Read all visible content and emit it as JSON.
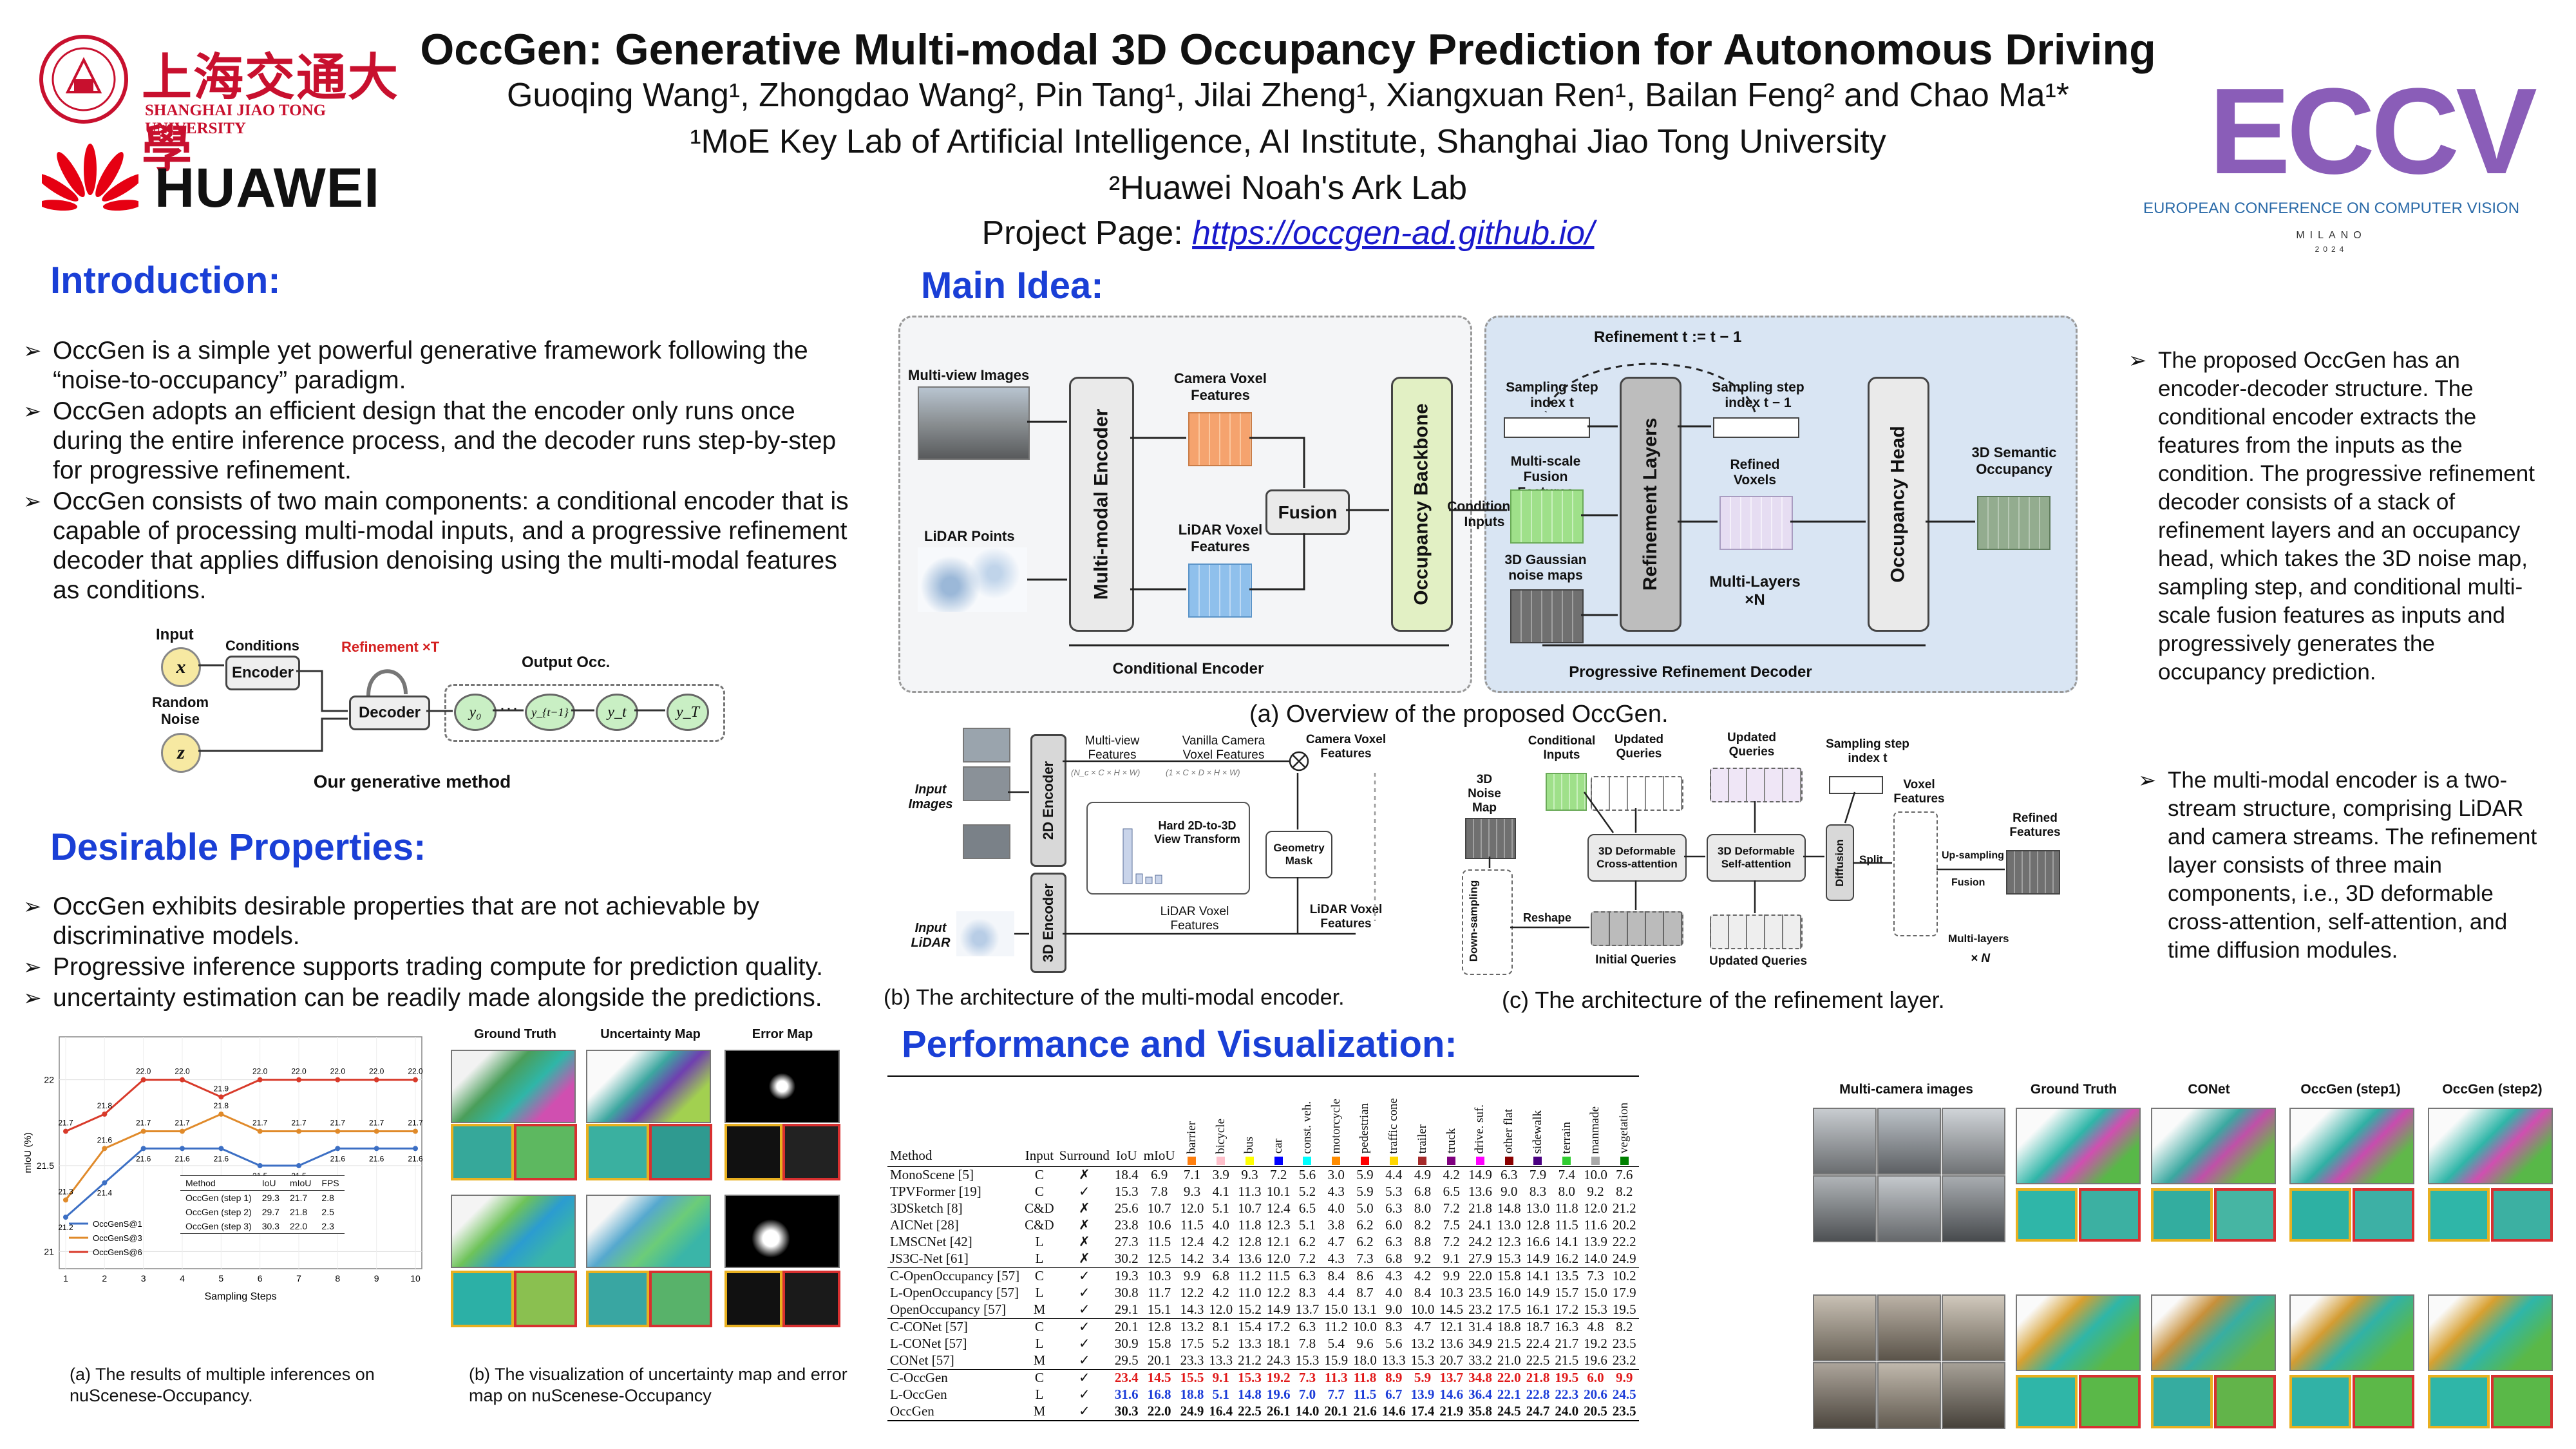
{
  "header": {
    "title": "OccGen: Generative Multi-modal 3D Occupancy Prediction for Autonomous Driving",
    "authors": "Guoqing Wang¹, Zhongdao Wang², Pin Tang¹, Jilai Zheng¹, Xiangxuan Ren¹, Bailan Feng² and Chao Ma¹*",
    "affil1": "¹MoE Key Lab of Artificial Intelligence, AI Institute, Shanghai Jiao Tong University",
    "affil2": "²Huawei Noah's Ark Lab",
    "project_label": "Project Page: ",
    "project_link": "https://occgen-ad.github.io/",
    "sjtu_cn": "上海交通大學",
    "sjtu_en": "SHANGHAI JIAO TONG UNIVERSITY",
    "huawei": "HUAWEI",
    "eccv": "ECCV",
    "eccv_sub": "EUROPEAN CONFERENCE ON COMPUTER VISION",
    "eccv_city": "MILANO",
    "eccv_year": "2024"
  },
  "intro": {
    "title": "Introduction:",
    "bullets": [
      "OccGen is a simple yet powerful generative framework following the “noise-to-occupancy” paradigm.",
      "OccGen adopts an efficient design that the encoder only runs once during the entire inference process, and the decoder runs step-by-step for progressive refinement.",
      "OccGen  consists of two main components: a conditional encoder that is capable of processing multi-modal inputs, and a progressive refinement decoder that applies diffusion denoising using the multi-modal features as conditions."
    ],
    "fig": {
      "input": "Input",
      "conditions": "Conditions",
      "encoder": "Encoder",
      "refinement": "Refinement ×T",
      "output": "Output Occ.",
      "random_noise": "Random Noise",
      "decoder": "Decoder",
      "x": "x",
      "z": "z",
      "y0": "y₀",
      "yt1": "y_{t−1}",
      "yt": "y_t",
      "yT": "y_T",
      "dots": "···",
      "caption": "Our generative method"
    }
  },
  "desirable": {
    "title": "Desirable Properties:",
    "bullets": [
      "OccGen exhibits desirable properties that are not achievable by discriminative models.",
      "Progressive inference supports trading compute for prediction quality.",
      "uncertainty estimation can be readily made alongside the predictions."
    ]
  },
  "steps_chart": {
    "caption": "(a) The results of multiple inferences on nuScenese-Occupancy.",
    "xlabel": "Sampling Steps",
    "ylabel": "mIoU (%)",
    "legend": [
      "OccGenS@1",
      "OccGenS@3",
      "OccGenS@6"
    ],
    "table_header": [
      "Method",
      "IoU",
      "mIoU",
      "FPS"
    ],
    "table_rows": [
      [
        "OccGen (step 1)",
        "29.3",
        "21.7",
        "2.8"
      ],
      [
        "OccGen (step 2)",
        "29.7",
        "21.8",
        "2.5"
      ],
      [
        "OccGen (step 3)",
        "30.3",
        "22.0",
        "2.3"
      ]
    ]
  },
  "chart_data": {
    "type": "line",
    "x": [
      1,
      2,
      3,
      4,
      5,
      6,
      7,
      8,
      9,
      10
    ],
    "series": [
      {
        "name": "OccGenS@1",
        "values": [
          21.2,
          21.4,
          21.6,
          21.6,
          21.6,
          21.5,
          21.5,
          21.6,
          21.6,
          21.6
        ],
        "color": "#3c6fc4"
      },
      {
        "name": "OccGenS@3",
        "values": [
          21.3,
          21.6,
          21.7,
          21.7,
          21.8,
          21.7,
          21.7,
          21.7,
          21.7,
          21.7
        ],
        "color": "#e08a2a"
      },
      {
        "name": "OccGenS@6",
        "values": [
          21.7,
          21.8,
          22.0,
          22.0,
          21.9,
          22.0,
          22.0,
          22.0,
          22.0,
          22.0
        ],
        "color": "#d83a2a"
      }
    ],
    "xlabel": "Sampling Steps",
    "ylabel": "mIoU (%)",
    "ylim": [
      20.9,
      22.25
    ],
    "yticks": [
      21,
      21.5,
      22
    ],
    "grid": true,
    "legend_position": "lower-left"
  },
  "uncertainty": {
    "cols": [
      "Ground Truth",
      "Uncertainty Map",
      "Error Map"
    ],
    "caption": "(b) The visualization of uncertainty map and error map on nuScenese-Occupancy"
  },
  "main_idea": {
    "title": "Main Idea:",
    "labels": {
      "multiview": "Multi-view Images",
      "lidar": "LiDAR Points",
      "mm_encoder": "Multi-modal Encoder",
      "cam_voxel": "Camera Voxel Features",
      "lidar_voxel": "LiDAR Voxel Features",
      "fusion": "Fusion",
      "occ_backbone": "Occupancy Backbone",
      "cond_inputs": "Conditional Inputs",
      "cond_encoder": "Conditional Encoder",
      "refine_loop": "Refinement t := t − 1",
      "sampling_step_t": "Sampling step index t",
      "sampling_step_t1": "Sampling step index t − 1",
      "multiscale": "Multi-scale Fusion Features",
      "gaussian": "3D Gaussian noise maps",
      "refine_layers": "Refinement Layers",
      "refined": "Refined Voxels",
      "multi_layers": "Multi-Layers ×N",
      "occ_head": "Occupancy Head",
      "semantic": "3D Semantic Occupancy",
      "prog_decoder": "Progressive Refinement Decoder"
    },
    "caption_a": "(a) Overview of the proposed OccGen.",
    "right_bullet": "The proposed OccGen has an encoder-decoder structure. The conditional encoder extracts the features from the inputs as the condition. The progressive refinement decoder consists of a stack of refinement layers and an occupancy head, which takes the 3D noise map, sampling step, and conditional multi-scale fusion features as inputs and progressively generates the occupancy prediction."
  },
  "encoder_fig": {
    "input_images": "Input Images",
    "input_lidar": "Input LiDAR",
    "enc2d": "2D Encoder",
    "enc3d": "3D Encoder",
    "mv_feat": "Multi-view Features",
    "vanilla": "Vanilla Camera Voxel Features",
    "cam_vox": "Camera Voxel Features",
    "hard": "Hard 2D-to-3D View Transform",
    "geo": "Geometry Mask",
    "lidar_vox": "LiDAR Voxel Features",
    "lidar_vox2": "LiDAR Voxel Features",
    "dim1": "(N_c × C × H × W)",
    "dim2": "(1 × C × D × H × W)",
    "caption": "(b) The architecture of the multi-modal encoder."
  },
  "refine_fig": {
    "noise_map": "3D Noise Map",
    "cond_inputs": "Conditional Inputs",
    "upd_q1": "Updated Queries",
    "upd_q2": "Updated Queries",
    "sampling": "Sampling step index t",
    "voxel_feat": "Voxel Features",
    "refined_feat": "Refined Features",
    "deform_cross": "3D Deformable Cross-attention",
    "deform_self": "3D Deformable Self-attention",
    "diffusion": "Diffusion",
    "split": "Split",
    "upsampling": "Up-sampling",
    "fusion": "Fusion",
    "downsampling": "Down-sampling",
    "reshape": "Reshape",
    "initial_q": "Initial Queries",
    "upd_q3": "Updated Queries",
    "multilayers": "Multi-layers",
    "timesN": "× N",
    "caption": "(c) The architecture of the refinement layer.",
    "right_bullet": "The multi-modal encoder is a two-stream structure, comprising LiDAR and camera streams. The refinement layer consists of three main components, i.e., 3D deformable cross-attention, self-attention, and time diffusion modules."
  },
  "performance": {
    "title": "Performance and Visualization:",
    "columns": [
      "Method",
      "Input",
      "Surround",
      "IoU",
      "mIoU",
      "barrier",
      "bicycle",
      "bus",
      "car",
      "const. veh.",
      "motorcycle",
      "pedestrian",
      "traffic cone",
      "trailer",
      "truck",
      "drive. suf.",
      "other flat",
      "sidewalk",
      "terrain",
      "manmade",
      "vegetation"
    ],
    "class_colors": [
      "#ff7f0e",
      "#ffc0cb",
      "#ffff00",
      "#0000ff",
      "#00ffff",
      "#ff8c00",
      "#ff0000",
      "#ffd700",
      "#a52a2a",
      "#800080",
      "#ff00ff",
      "#8b0000",
      "#4b0082",
      "#32cd32",
      "#a9a9a9",
      "#008000"
    ],
    "groups": [
      [
        [
          "MonoScene [5]",
          "C",
          "✗",
          "18.4",
          "6.9",
          "7.1",
          "3.9",
          "9.3",
          "7.2",
          "5.6",
          "3.0",
          "5.9",
          "4.4",
          "4.9",
          "4.2",
          "14.9",
          "6.3",
          "7.9",
          "7.4",
          "10.0",
          "7.6"
        ],
        [
          "TPVFormer [19]",
          "C",
          "✓",
          "15.3",
          "7.8",
          "9.3",
          "4.1",
          "11.3",
          "10.1",
          "5.2",
          "4.3",
          "5.9",
          "5.3",
          "6.8",
          "6.5",
          "13.6",
          "9.0",
          "8.3",
          "8.0",
          "9.2",
          "8.2"
        ],
        [
          "3DSketch [8]",
          "C&D",
          "✗",
          "25.6",
          "10.7",
          "12.0",
          "5.1",
          "10.7",
          "12.4",
          "6.5",
          "4.0",
          "5.0",
          "6.3",
          "8.0",
          "7.2",
          "21.8",
          "14.8",
          "13.0",
          "11.8",
          "12.0",
          "21.2"
        ],
        [
          "AICNet [28]",
          "C&D",
          "✗",
          "23.8",
          "10.6",
          "11.5",
          "4.0",
          "11.8",
          "12.3",
          "5.1",
          "3.8",
          "6.2",
          "6.0",
          "8.2",
          "7.5",
          "24.1",
          "13.0",
          "12.8",
          "11.5",
          "11.6",
          "20.2"
        ],
        [
          "LMSCNet [42]",
          "L",
          "✗",
          "27.3",
          "11.5",
          "12.4",
          "4.2",
          "12.8",
          "12.1",
          "6.2",
          "4.7",
          "6.2",
          "6.3",
          "8.8",
          "7.2",
          "24.2",
          "12.3",
          "16.6",
          "14.1",
          "13.9",
          "22.2"
        ],
        [
          "JS3C-Net [61]",
          "L",
          "✗",
          "30.2",
          "12.5",
          "14.2",
          "3.4",
          "13.6",
          "12.0",
          "7.2",
          "4.3",
          "7.3",
          "6.8",
          "9.2",
          "9.1",
          "27.9",
          "15.3",
          "14.9",
          "16.2",
          "14.0",
          "24.9"
        ]
      ],
      [
        [
          "C-OpenOccupancy [57]",
          "C",
          "✓",
          "19.3",
          "10.3",
          "9.9",
          "6.8",
          "11.2",
          "11.5",
          "6.3",
          "8.4",
          "8.6",
          "4.3",
          "4.2",
          "9.9",
          "22.0",
          "15.8",
          "14.1",
          "13.5",
          "7.3",
          "10.2"
        ],
        [
          "L-OpenOccupancy [57]",
          "L",
          "✓",
          "30.8",
          "11.7",
          "12.2",
          "4.2",
          "11.0",
          "12.2",
          "8.3",
          "4.4",
          "8.7",
          "4.0",
          "8.4",
          "10.3",
          "23.5",
          "16.0",
          "14.9",
          "15.7",
          "15.0",
          "17.9"
        ],
        [
          "OpenOccupancy [57]",
          "M",
          "✓",
          "29.1",
          "15.1",
          "14.3",
          "12.0",
          "15.2",
          "14.9",
          "13.7",
          "15.0",
          "13.1",
          "9.0",
          "10.0",
          "14.5",
          "23.2",
          "17.5",
          "16.1",
          "17.2",
          "15.3",
          "19.5"
        ]
      ],
      [
        [
          "C-CONet [57]",
          "C",
          "✓",
          "20.1",
          "12.8",
          "13.2",
          "8.1",
          "15.4",
          "17.2",
          "6.3",
          "11.2",
          "10.0",
          "8.3",
          "4.7",
          "12.1",
          "31.4",
          "18.8",
          "18.7",
          "16.3",
          "4.8",
          "8.2"
        ],
        [
          "L-CONet [57]",
          "L",
          "✓",
          "30.9",
          "15.8",
          "17.5",
          "5.2",
          "13.3",
          "18.1",
          "7.8",
          "5.4",
          "9.6",
          "5.6",
          "13.2",
          "13.6",
          "34.9",
          "21.5",
          "22.4",
          "21.7",
          "19.2",
          "23.5"
        ],
        [
          "CONet [57]",
          "M",
          "✓",
          "29.5",
          "20.1",
          "23.3",
          "13.3",
          "21.2",
          "24.3",
          "15.3",
          "15.9",
          "18.0",
          "13.3",
          "15.3",
          "20.7",
          "33.2",
          "21.0",
          "22.5",
          "21.5",
          "19.6",
          "23.2"
        ]
      ],
      [
        [
          "C-OccGen",
          "C",
          "✓",
          "23.4",
          "14.5",
          "15.5",
          "9.1",
          "15.3",
          "19.2",
          "7.3",
          "11.3",
          "11.8",
          "8.9",
          "5.9",
          "13.7",
          "34.8",
          "22.0",
          "21.8",
          "19.5",
          "6.0",
          "9.9"
        ],
        [
          "L-OccGen",
          "L",
          "✓",
          "31.6",
          "16.8",
          "18.8",
          "5.1",
          "14.8",
          "19.6",
          "7.0",
          "7.7",
          "11.5",
          "6.7",
          "13.9",
          "14.6",
          "36.4",
          "22.1",
          "22.8",
          "22.3",
          "20.6",
          "24.5"
        ],
        [
          "OccGen",
          "M",
          "✓",
          "30.3",
          "22.0",
          "24.9",
          "16.4",
          "22.5",
          "26.1",
          "14.0",
          "20.1",
          "21.6",
          "14.6",
          "17.4",
          "21.9",
          "35.8",
          "24.5",
          "24.7",
          "24.0",
          "20.5",
          "23.5"
        ]
      ]
    ],
    "vis_cols": [
      "Multi-camera images",
      "Ground Truth",
      "CONet",
      "OccGen (step1)",
      "OccGen (step2)"
    ]
  }
}
